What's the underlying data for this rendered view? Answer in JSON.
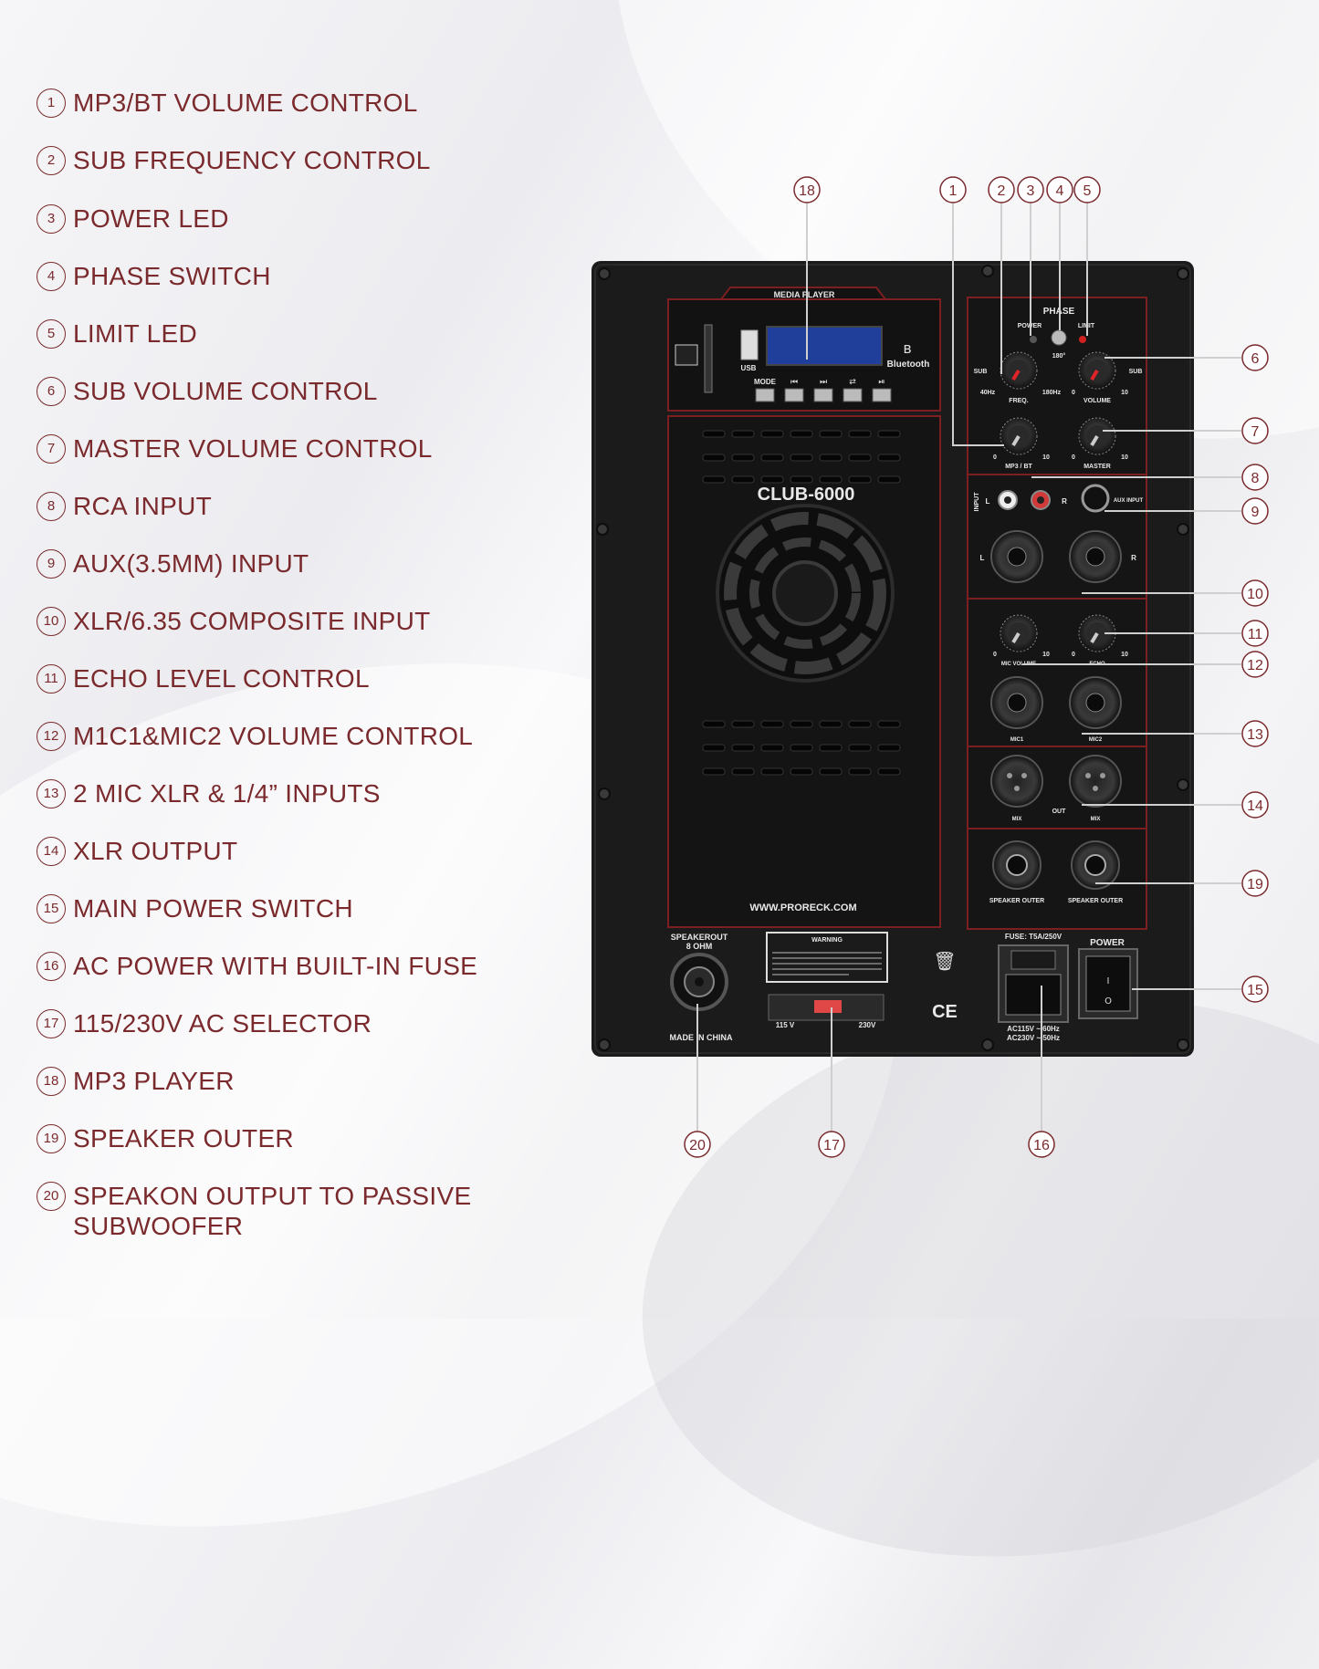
{
  "legend": [
    {
      "num": "1",
      "label": "MP3/BT VOLUME CONTROL"
    },
    {
      "num": "2",
      "label": "SUB FREQUENCY CONTROL"
    },
    {
      "num": "3",
      "label": "POWER LED"
    },
    {
      "num": "4",
      "label": "PHASE SWITCH"
    },
    {
      "num": "5",
      "label": "LIMIT LED"
    },
    {
      "num": "6",
      "label": "SUB VOLUME CONTROL"
    },
    {
      "num": "7",
      "label": "MASTER VOLUME CONTROL"
    },
    {
      "num": "8",
      "label": "RCA INPUT"
    },
    {
      "num": "9",
      "label": "AUX(3.5MM) INPUT"
    },
    {
      "num": "10",
      "label": "XLR/6.35 COMPOSITE INPUT"
    },
    {
      "num": "11",
      "label": "ECHO LEVEL CONTROL"
    },
    {
      "num": "12",
      "label": "M1C1&MIC2 VOLUME CONTROL"
    },
    {
      "num": "13",
      "label": "2 MIC XLR & 1/4” INPUTS"
    },
    {
      "num": "14",
      "label": "XLR OUTPUT"
    },
    {
      "num": "15",
      "label": "MAIN POWER SWITCH"
    },
    {
      "num": "16",
      "label": "AC POWER WITH BUILT-IN FUSE"
    },
    {
      "num": "17",
      "label": "115/230V AC SELECTOR"
    },
    {
      "num": "18",
      "label": "MP3 PLAYER"
    },
    {
      "num": "19",
      "label": "SPEAKER OUTER"
    },
    {
      "num": "20",
      "label": "SPEAKON OUTPUT TO PASSIVE\nSUBWOOFER"
    }
  ],
  "panel": {
    "model": "CLUB-6000",
    "website": "WWW.PRORECK.COM",
    "media_player": "MEDIA PLAYER",
    "usb": "USB",
    "mode": "MODE",
    "bluetooth": "Bluetooth",
    "phase": "PHASE",
    "power_led": "POWER",
    "limit_led": "LIMIT",
    "phase_deg": "180°",
    "sub_left": "SUB",
    "sub_right": "SUB",
    "freq": "FREQ.",
    "freq_low": "40Hz",
    "freq_high": "180Hz",
    "volume": "VOLUME",
    "mp3bt": "MP3 / BT",
    "master": "MASTER",
    "input": "INPUT",
    "aux_input": "AUX INPUT",
    "l": "L",
    "r": "R",
    "mic_volume": "MIC VOLUME",
    "echo": "ECHO",
    "mic1": "MIC1",
    "mic2": "MIC2",
    "mix": "MIX",
    "out": "OUT",
    "speaker_outer": "SPEAKER OUTER",
    "speakerout": "SPEAKEROUT",
    "ohm": "8 OHM",
    "made_in": "MADE IN CHINA",
    "warning": "WARNING",
    "v115": "115 V",
    "v230": "230V",
    "fuse": "FUSE: T5A/250V",
    "power": "POWER",
    "ac115": "AC115V ~ 60Hz",
    "ac230": "AC230V ~ 50Hz",
    "ce": "CE",
    "knob_min": "0",
    "knob_max": "10"
  },
  "colors": {
    "accent": "#7a2a2c",
    "panel": "#1b1b1b",
    "redline": "#8c1e22"
  }
}
